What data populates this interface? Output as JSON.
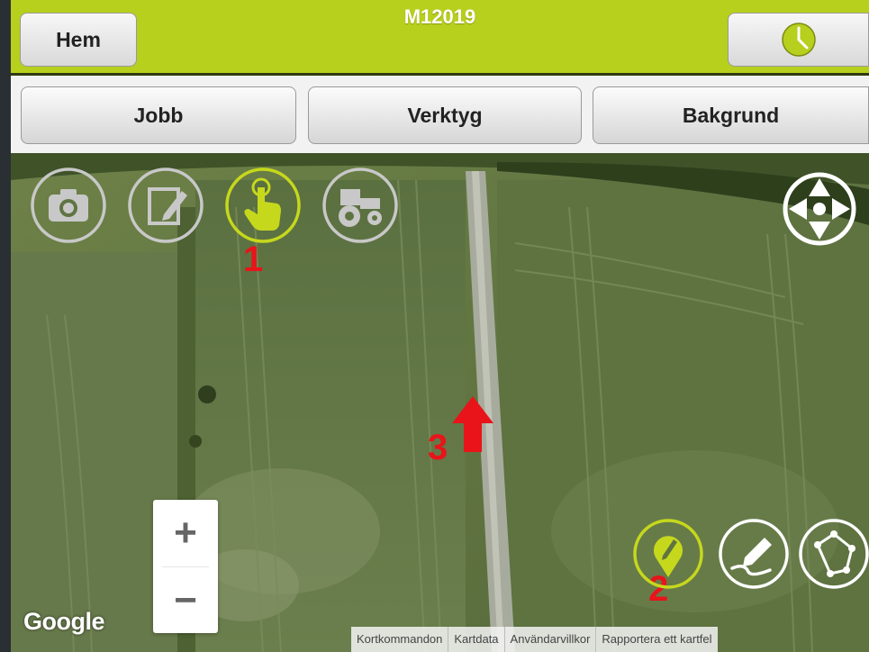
{
  "header": {
    "title": "M12019",
    "home_label": "Hem",
    "clock_icon": "clock-icon",
    "bg_color": "#b7cf1d"
  },
  "toolbar": {
    "jobs_label": "Jobb",
    "tools_label": "Verktyg",
    "background_label": "Bakgrund"
  },
  "map": {
    "tools": [
      {
        "icon": "camera-icon",
        "active": false
      },
      {
        "icon": "edit-note-icon",
        "active": false
      },
      {
        "icon": "hand-pointer-icon",
        "active": true
      },
      {
        "icon": "tractor-icon",
        "active": false
      }
    ],
    "compass_icon": "compass-icon",
    "draw_tools": [
      {
        "icon": "location-pin-pencil-icon",
        "active": true
      },
      {
        "icon": "freehand-draw-icon",
        "active": false
      },
      {
        "icon": "polygon-icon",
        "active": false
      }
    ],
    "zoom": {
      "in_label": "+",
      "out_label": "−"
    },
    "attribution": {
      "logo": "Google",
      "links": [
        "Kortkommandon",
        "Kartdata",
        "Användarvillkor",
        "Rapportera ett kartfel"
      ]
    },
    "annotations": {
      "one": "1",
      "two": "2",
      "three": "3"
    },
    "accent_color": "#c6d81c",
    "annotation_color": "#e8141a"
  }
}
